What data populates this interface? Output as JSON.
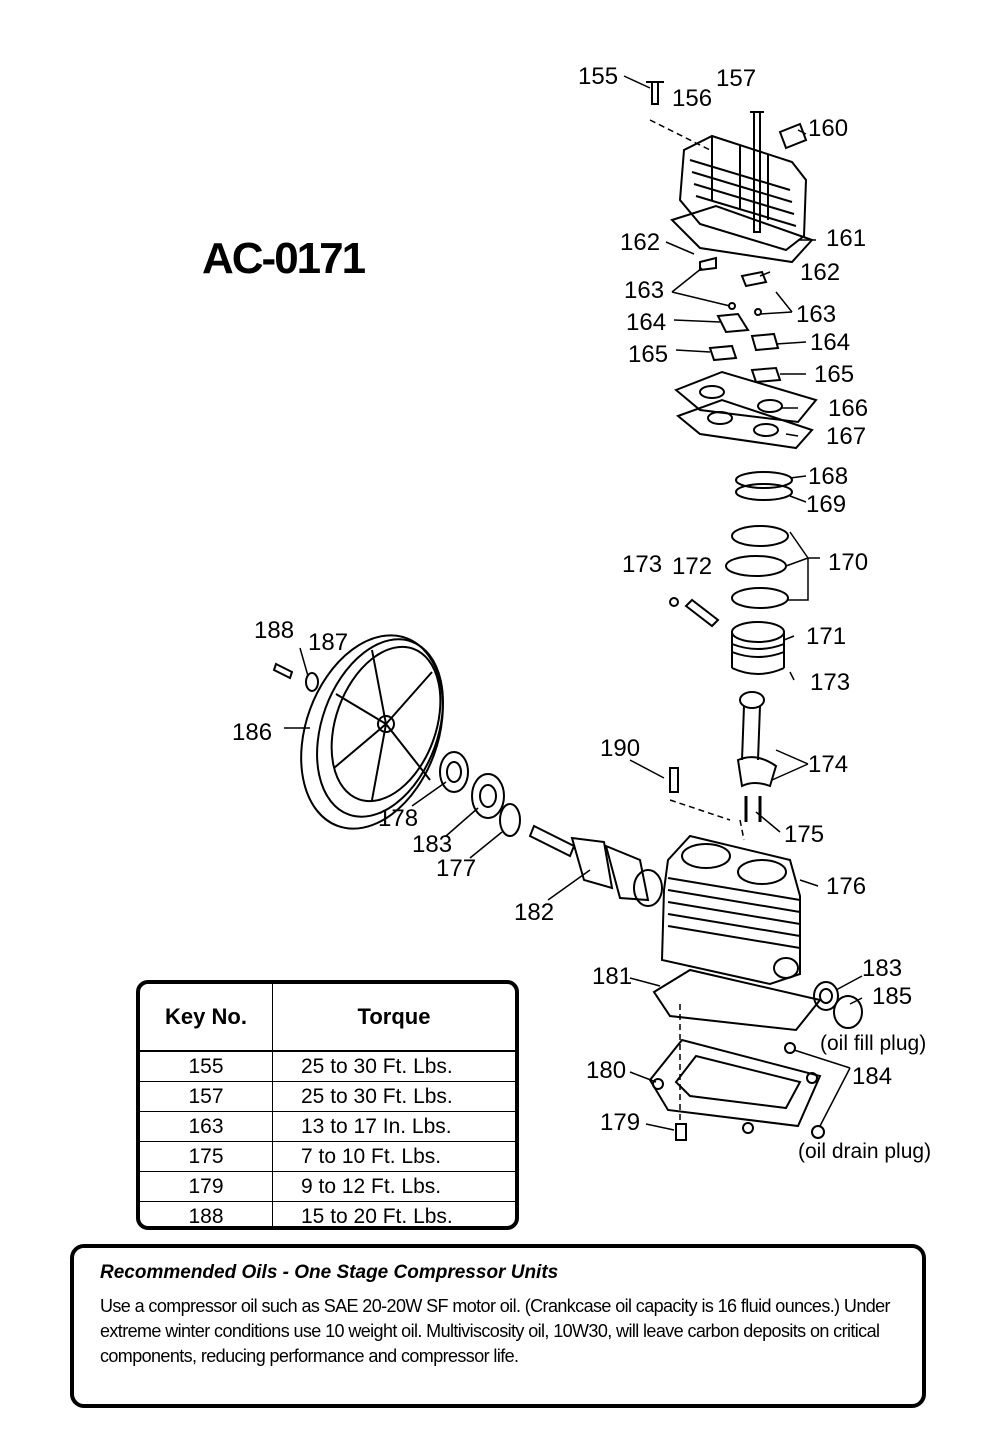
{
  "model": "AC-0171",
  "callouts": {
    "c155": "155",
    "c156": "156",
    "c157": "157",
    "c160": "160",
    "c161": "161",
    "c162a": "162",
    "c162b": "162",
    "c163a": "163",
    "c163b": "163",
    "c164a": "164",
    "c164b": "164",
    "c165a": "165",
    "c165b": "165",
    "c166": "166",
    "c167": "167",
    "c168": "168",
    "c169": "169",
    "c170": "170",
    "c171": "171",
    "c172": "172",
    "c173a": "173",
    "c173b": "173",
    "c174": "174",
    "c175": "175",
    "c176": "176",
    "c177": "177",
    "c178": "178",
    "c179": "179",
    "c180": "180",
    "c181": "181",
    "c182": "182",
    "c183a": "183",
    "c183b": "183",
    "c184": "184",
    "c185": "185",
    "c186": "186",
    "c187": "187",
    "c188": "188",
    "c190": "190"
  },
  "notes": {
    "oil_fill": "(oil fill plug)",
    "oil_drain": "(oil drain plug)"
  },
  "torque_table": {
    "headers": [
      "Key No.",
      "Torque"
    ],
    "rows": [
      [
        "155",
        "25 to 30 Ft. Lbs."
      ],
      [
        "157",
        "25 to 30 Ft. Lbs."
      ],
      [
        "163",
        "13 to 17 In. Lbs."
      ],
      [
        "175",
        "7 to 10 Ft. Lbs."
      ],
      [
        "179",
        "9 to 12 Ft. Lbs."
      ],
      [
        "188",
        "15 to 20 Ft. Lbs."
      ]
    ]
  },
  "oils": {
    "title": "Recommended Oils - One Stage Compressor Units",
    "body": "Use a compressor oil such as SAE 20-20W SF motor oil. (Crankcase oil capacity is 16 fluid ounces.) Under extreme winter conditions use 10 weight oil. Multiviscosity oil, 10W30, will leave carbon deposits on critical components, reducing performance and compressor life."
  }
}
